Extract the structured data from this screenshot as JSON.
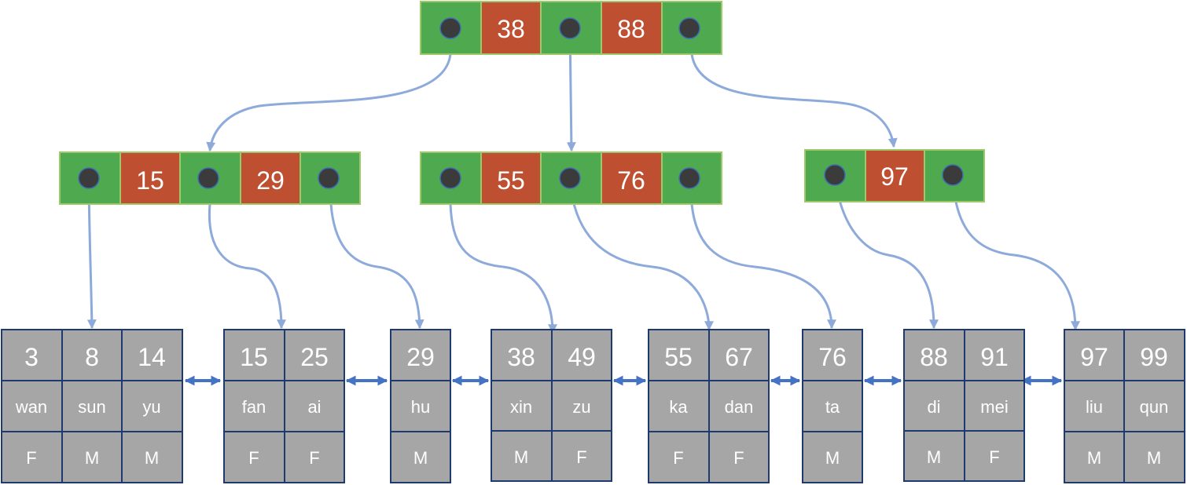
{
  "root": {
    "keys": [
      "38",
      "88"
    ]
  },
  "internal_nodes": [
    {
      "keys": [
        "15",
        "29"
      ]
    },
    {
      "keys": [
        "55",
        "76"
      ]
    },
    {
      "keys": [
        "97"
      ]
    }
  ],
  "leaves": [
    {
      "records": [
        {
          "key": "3",
          "name": "wan",
          "gender": "F"
        },
        {
          "key": "8",
          "name": "sun",
          "gender": "M"
        },
        {
          "key": "14",
          "name": "yu",
          "gender": "M"
        }
      ]
    },
    {
      "records": [
        {
          "key": "15",
          "name": "fan",
          "gender": "F"
        },
        {
          "key": "25",
          "name": "ai",
          "gender": "F"
        }
      ]
    },
    {
      "records": [
        {
          "key": "29",
          "name": "hu",
          "gender": "M"
        }
      ]
    },
    {
      "records": [
        {
          "key": "38",
          "name": "xin",
          "gender": "M"
        },
        {
          "key": "49",
          "name": "zu",
          "gender": "F"
        }
      ]
    },
    {
      "records": [
        {
          "key": "55",
          "name": "ka",
          "gender": "F"
        },
        {
          "key": "67",
          "name": "dan",
          "gender": "F"
        }
      ]
    },
    {
      "records": [
        {
          "key": "76",
          "name": "ta",
          "gender": "M"
        }
      ]
    },
    {
      "records": [
        {
          "key": "88",
          "name": "di",
          "gender": "M"
        },
        {
          "key": "91",
          "name": "mei",
          "gender": "F"
        }
      ]
    },
    {
      "records": [
        {
          "key": "97",
          "name": "liu",
          "gender": "M"
        },
        {
          "key": "99",
          "name": "qun",
          "gender": "M"
        }
      ]
    }
  ],
  "colors": {
    "pointer_cell": "#4ea94f",
    "key_cell": "#bf4f31",
    "leaf_cell": "#a6a6a6",
    "pointer_line": "#8eaadb",
    "leaf_link": "#4472c4"
  }
}
